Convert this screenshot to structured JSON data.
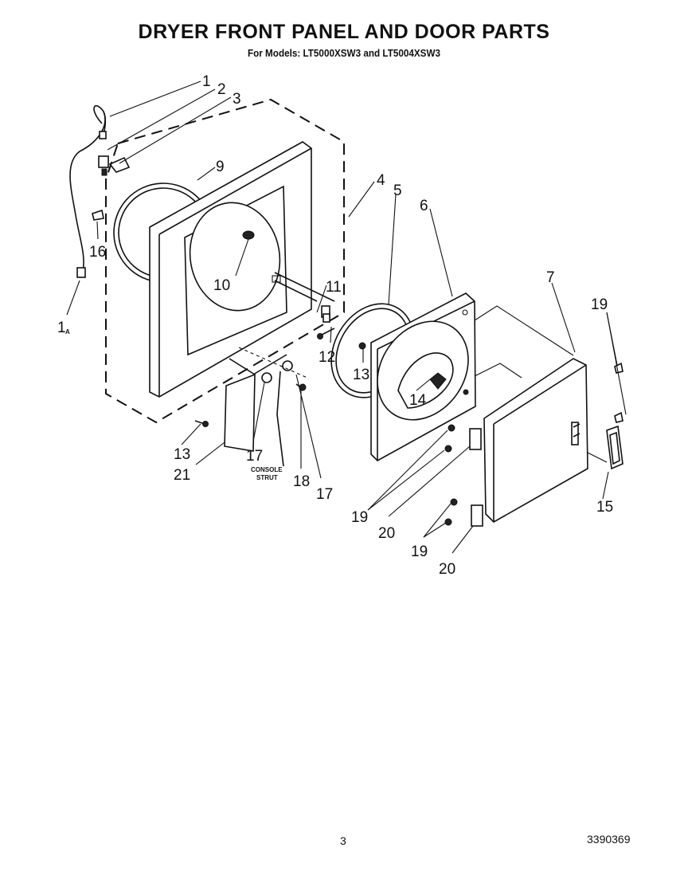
{
  "header": {
    "title": "DRYER FRONT PANEL AND DOOR PARTS",
    "subtitle": "For Models: LT5000XSW3 and LT5004XSW3"
  },
  "callouts": {
    "c1": "1",
    "c1a": "1",
    "c1a_sub": "A",
    "c2": "2",
    "c3": "3",
    "c4": "4",
    "c5": "5",
    "c6": "6",
    "c7": "7",
    "c9": "9",
    "c10": "10",
    "c11": "11",
    "c12": "12",
    "c13a": "13",
    "c13b": "13",
    "c14": "14",
    "c15": "15",
    "c16": "16",
    "c17a": "17",
    "c17b": "17",
    "c18": "18",
    "c19a": "19",
    "c19b": "19",
    "c19c": "19",
    "c20a": "20",
    "c20b": "20",
    "c21": "21"
  },
  "labels": {
    "console_line1": "CONSOLE",
    "console_line2": "STRUT"
  },
  "footer": {
    "page_number": "3",
    "doc_number": "3390369"
  }
}
